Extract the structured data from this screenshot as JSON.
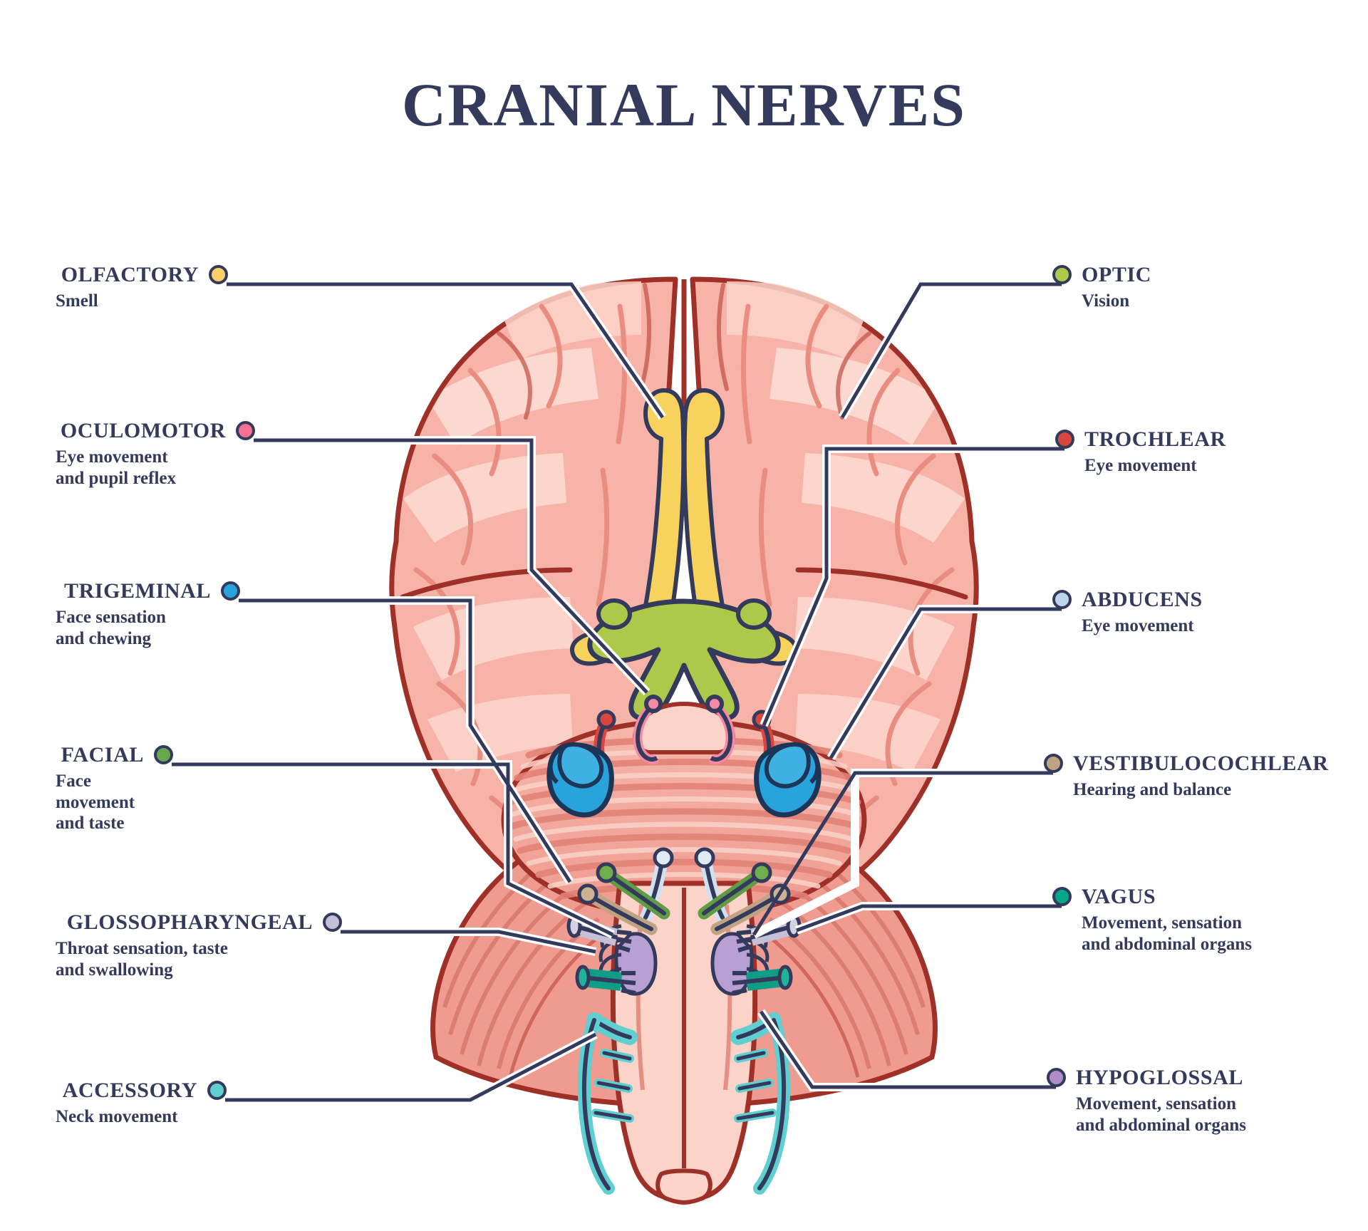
{
  "title": "CRANIAL NERVES",
  "theme": {
    "ink": "#333a5c",
    "brain_fill": "#f7b3a8",
    "brain_light": "#fbd3c9",
    "brain_lighter": "#fde2da",
    "brain_outline": "#9e3028",
    "cerebellum": "#ef9b90",
    "pons": "#f3a79b",
    "background": "#ffffff"
  },
  "left_labels": [
    {
      "name": "olfactory",
      "title": "OLFACTORY",
      "subtitle": "Smell",
      "color": "#fbd06a"
    },
    {
      "name": "oculomotor",
      "title": "OCULOMOTOR",
      "subtitle": "Eye movement\nand pupil reflex",
      "color": "#f5718f"
    },
    {
      "name": "trigeminal",
      "title": "TRIGEMINAL",
      "subtitle": "Face sensation\nand chewing",
      "color": "#29a3dc"
    },
    {
      "name": "facial",
      "title": "FACIAL",
      "subtitle": "Face movement\nand taste",
      "color": "#66a84b"
    },
    {
      "name": "glossopharyngeal",
      "title": "GLOSSOPHARYNGEAL",
      "subtitle": "Throat sensation, taste\nand swallowing",
      "color": "#c6c0d6"
    },
    {
      "name": "accessory",
      "title": "ACCESSORY",
      "subtitle": "Neck movement",
      "color": "#5fcfd1"
    }
  ],
  "right_labels": [
    {
      "name": "optic",
      "title": "OPTIC",
      "subtitle": "Vision",
      "color": "#aec94a"
    },
    {
      "name": "trochlear",
      "title": "TROCHLEAR",
      "subtitle": "Eye movement",
      "color": "#d9453f"
    },
    {
      "name": "abducens",
      "title": "ABDUCENS",
      "subtitle": "Eye movement",
      "color": "#bdd5ea"
    },
    {
      "name": "vestibulocochlear",
      "title": "VESTIBULOCOCHLEAR",
      "subtitle": "Hearing and balance",
      "color": "#bfa383"
    },
    {
      "name": "vagus",
      "title": "VAGUS",
      "subtitle": "Movement, sensation\nand abdominal organs",
      "color": "#00a887"
    },
    {
      "name": "hypoglossal",
      "title": "HYPOGLOSSAL",
      "subtitle": "Movement, sensation\nand abdominal organs",
      "color": "#b08cc9"
    }
  ],
  "anatomy": {
    "view": "inferior view of the brain with brainstem and cranial nerve roots",
    "structures": [
      {
        "name": "cerebral-hemispheres",
        "color": "#f7b3a8"
      },
      {
        "name": "olfactory-tracts",
        "color": "#f7d35e"
      },
      {
        "name": "optic-chiasm",
        "color": "#aec94a"
      },
      {
        "name": "oculomotor-roots",
        "color": "#f58aa6"
      },
      {
        "name": "trochlear-roots",
        "color": "#d9453f"
      },
      {
        "name": "trigeminal-ganglia",
        "color": "#29a3dc"
      },
      {
        "name": "pons",
        "color": "#f3a79b"
      },
      {
        "name": "facial-roots",
        "color": "#5f9c43"
      },
      {
        "name": "vestibulocochlear-roots",
        "color": "#bfa383"
      },
      {
        "name": "abducens-roots",
        "color": "#cfe2f2"
      },
      {
        "name": "glossopharyngeal-roots",
        "color": "#c6c0d6"
      },
      {
        "name": "vagus-roots",
        "color": "#0f9d86"
      },
      {
        "name": "hypoglossal-roots",
        "color": "#b08cc9"
      },
      {
        "name": "accessory-roots",
        "color": "#5fcfd1"
      },
      {
        "name": "cerebellum",
        "color": "#ef9b90"
      },
      {
        "name": "medulla-spinal-cord",
        "color": "#fbd3c9"
      }
    ]
  }
}
